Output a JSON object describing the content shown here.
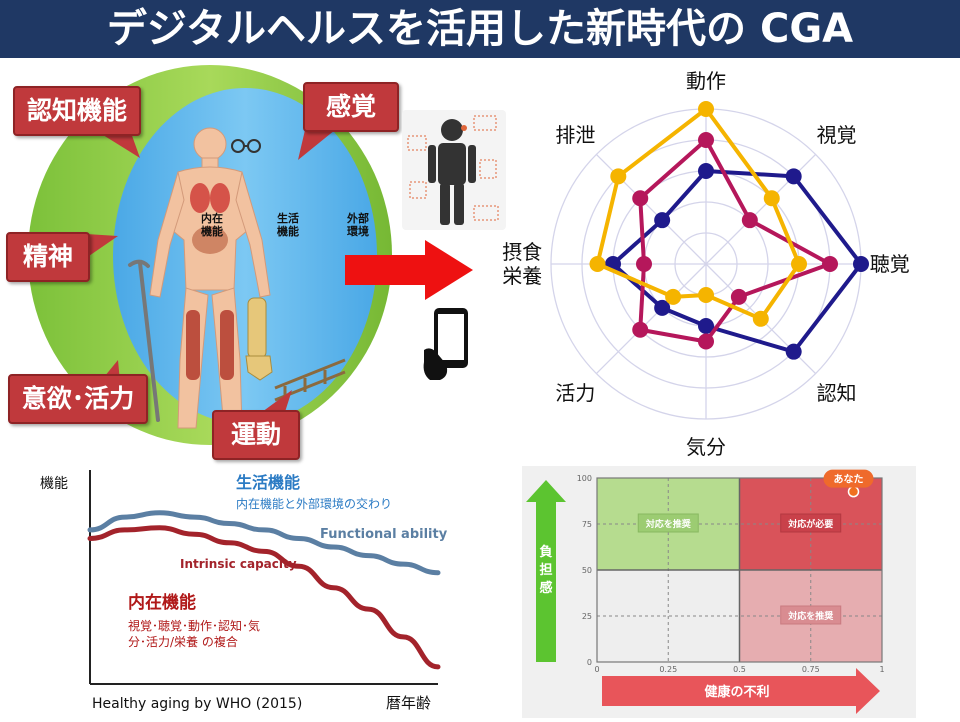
{
  "title": "デジタルヘルスを活用した新時代の CGA",
  "colors": {
    "title_bg": "#1f3864",
    "callout_red": "#c0393c",
    "outer_ring": "#8cc63f",
    "inner_circle": "#5bb8ef",
    "arrow_red": "#ee1111"
  },
  "domains_figure": {
    "callouts": [
      "認知機能",
      "感覚",
      "精神",
      "意欲･活力",
      "運動"
    ],
    "inner_labels": {
      "intrinsic": "内在\n機能",
      "living": "生活\n機能",
      "environment": "外部\n環境"
    }
  },
  "chart_data": [
    {
      "type": "radar",
      "axes": [
        "動作",
        "視覚",
        "聴覚",
        "認知",
        "気分",
        "活力",
        "摂食\n栄養",
        "排泄"
      ],
      "rmax": 5,
      "rings": 5,
      "series": [
        {
          "color": "#1f1a8c",
          "values": [
            3,
            4,
            5,
            4,
            2,
            2,
            3,
            2
          ]
        },
        {
          "color": "#b5175b",
          "values": [
            4,
            2,
            4,
            1.5,
            2.5,
            3,
            2,
            3
          ]
        },
        {
          "color": "#f5b400",
          "values": [
            5,
            3,
            3,
            2.5,
            1,
            1.5,
            3.5,
            4
          ]
        }
      ]
    },
    {
      "type": "line",
      "ylabel": "機能",
      "xlabel": "暦年齢",
      "source": "Healthy aging by WHO (2015)",
      "x": [
        0,
        1,
        2,
        3,
        4,
        5,
        6,
        7,
        8,
        9,
        10
      ],
      "series": [
        {
          "name": "Functional ability",
          "color": "#5b7fa3",
          "values": [
            72,
            78,
            80,
            78,
            75,
            72,
            68,
            64,
            60,
            56,
            52
          ]
        },
        {
          "name": "Intrinsic capacity",
          "color": "#a3232b",
          "values": [
            68,
            72,
            73,
            70,
            66,
            62,
            55,
            45,
            35,
            22,
            8
          ]
        }
      ],
      "annotations": {
        "living_title": "生活機能",
        "living_sub": "内在機能と外部環境の交わり",
        "intrinsic_title": "内在機能",
        "intrinsic_sub1": "視覚･聴覚･動作･認知･気",
        "intrinsic_sub2": "分･活力/栄養 の複合"
      }
    },
    {
      "type": "scatter",
      "x": [
        0.9
      ],
      "y": [
        98
      ],
      "xlim": [
        0,
        1
      ],
      "ylim": [
        0,
        100
      ],
      "xticks": [
        "0",
        "0.25",
        "0.5",
        "0.75",
        "1"
      ],
      "yticks": [
        "0",
        "25",
        "50",
        "75",
        "100"
      ],
      "xlabel": "健康の不利",
      "ylabel": "負担感",
      "marker_label": "あなた",
      "quadrants": {
        "top_left": "対応を推奨",
        "top_right": "対応が必要",
        "bottom_right": "対応を推奨"
      }
    }
  ]
}
